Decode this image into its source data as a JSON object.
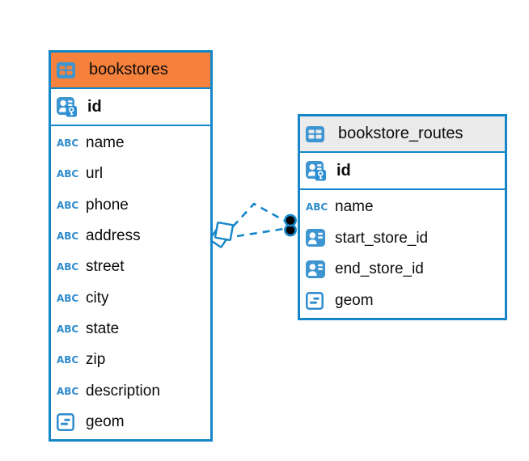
{
  "colors": {
    "accent_blue": "#1586c8",
    "icon_blue": "#3d95d2",
    "badge_blue": "#2b8fd6",
    "abc_blue": "#2e8bcd",
    "header_orange": "#f6813c",
    "header_gray": "#ebebeb",
    "text_color": "#0b0b0b",
    "dot_black": "#000000"
  },
  "diagram": {
    "tables": [
      {
        "name": "bookstores",
        "header_style": "orange",
        "table_icon": "table-icon",
        "primary_key": {
          "label": "id",
          "icon": "primary-key"
        },
        "fields": [
          {
            "label": "name",
            "icon": "text"
          },
          {
            "label": "url",
            "icon": "text"
          },
          {
            "label": "phone",
            "icon": "text"
          },
          {
            "label": "address",
            "icon": "text"
          },
          {
            "label": "street",
            "icon": "text"
          },
          {
            "label": "city",
            "icon": "text"
          },
          {
            "label": "state",
            "icon": "text"
          },
          {
            "label": "zip",
            "icon": "text"
          },
          {
            "label": "description",
            "icon": "text"
          },
          {
            "label": "geom",
            "icon": "geometry"
          }
        ]
      },
      {
        "name": "bookstore_routes",
        "header_style": "gray",
        "table_icon": "table-icon",
        "primary_key": {
          "label": "id",
          "icon": "primary-key"
        },
        "fields": [
          {
            "label": "name",
            "icon": "text"
          },
          {
            "label": "start_store_id",
            "icon": "reference"
          },
          {
            "label": "end_store_id",
            "icon": "reference"
          },
          {
            "label": "geom",
            "icon": "geometry"
          }
        ]
      }
    ],
    "relation": {
      "from_table": "bookstores",
      "to_table": "bookstore_routes",
      "line_style": "dashed",
      "from_endpoint": "stacked-squares",
      "to_endpoint": "two-dots",
      "line_count": 2
    }
  }
}
